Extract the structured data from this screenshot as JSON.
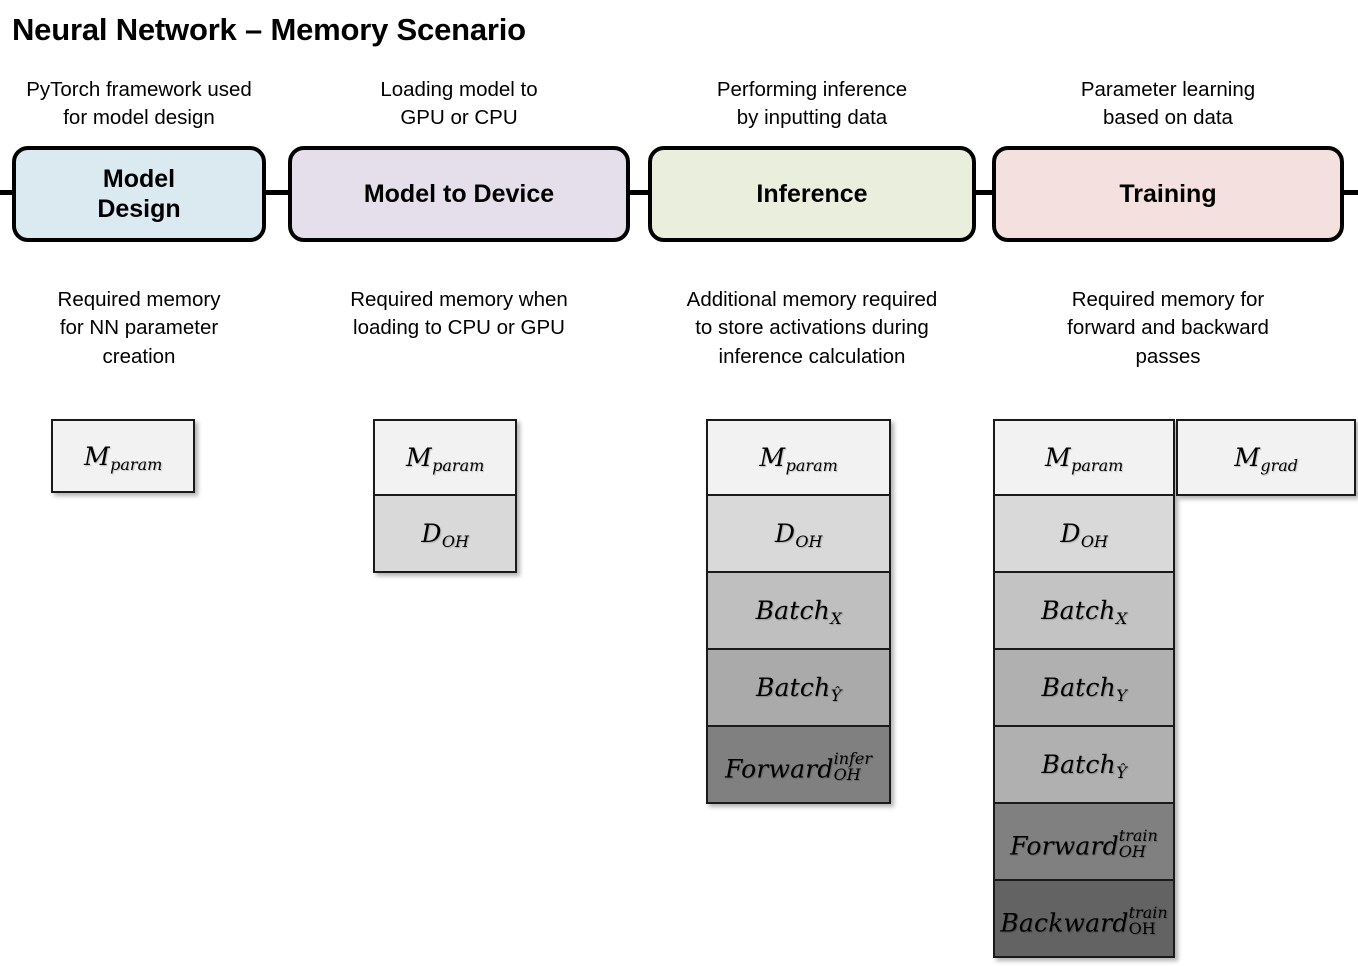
{
  "title": "Neural Network – Memory Scenario",
  "stages": [
    {
      "id": "model-design",
      "caption": "PyTorch framework used\nfor model design",
      "label": "Model\nDesign",
      "fill": "#daeaf0",
      "memory_caption": "Required memory\nfor NN parameter\ncreation"
    },
    {
      "id": "model-to-device",
      "caption": "Loading model to\nGPU or CPU",
      "label": "Model to Device",
      "fill": "#e5dfeb",
      "memory_caption": "Required memory when\nloading to CPU or GPU"
    },
    {
      "id": "inference",
      "caption": "Performing inference\nby inputting data",
      "label": "Inference",
      "fill": "#eaeedd",
      "memory_caption": "Additional memory required\nto store activations during\ninference calculation"
    },
    {
      "id": "training",
      "caption": "Parameter learning\nbased on data",
      "label": "Training",
      "fill": "#f4e0de",
      "memory_caption": "Required memory for\nforward and backward\npasses"
    }
  ],
  "memory_stacks": {
    "model_design": [
      {
        "base": "M",
        "sub": "param",
        "sup": "",
        "fill": "#f2f2f2"
      }
    ],
    "model_to_device": [
      {
        "base": "M",
        "sub": "param",
        "sup": "",
        "fill": "#f2f2f2"
      },
      {
        "base": "D",
        "sub": "OH",
        "sup": "",
        "fill": "#d9d9d9"
      }
    ],
    "inference": [
      {
        "base": "M",
        "sub": "param",
        "sup": "",
        "fill": "#f2f2f2"
      },
      {
        "base": "D",
        "sub": "OH",
        "sup": "",
        "fill": "#d9d9d9"
      },
      {
        "base": "Batch",
        "sub": "X",
        "sup": "",
        "fill": "#bfbfbf"
      },
      {
        "base": "Batch",
        "sub": "Ŷ",
        "sup": "",
        "fill": "#aaaaaa"
      },
      {
        "base": "Forward",
        "sub": "OH",
        "sup": "infer",
        "fill": "#808080"
      }
    ],
    "training": [
      {
        "base": "M",
        "sub": "param",
        "sup": "",
        "fill": "#f2f2f2"
      },
      {
        "base": "D",
        "sub": "OH",
        "sup": "",
        "fill": "#d9d9d9"
      },
      {
        "base": "Batch",
        "sub": "X",
        "sup": "",
        "fill": "#c3c3c3"
      },
      {
        "base": "Batch",
        "sub": "Y",
        "sup": "",
        "fill": "#b0b0b0"
      },
      {
        "base": "Batch",
        "sub": "Ŷ",
        "sup": "",
        "fill": "#b0b0b0"
      },
      {
        "base": "Forward",
        "sub": "OH",
        "sup": "train",
        "fill": "#808080"
      },
      {
        "base": "Backward",
        "sub": "OH",
        "sup": "train",
        "fill": "#636363",
        "sub_upright": true
      }
    ],
    "training_side": [
      {
        "base": "M",
        "sub": "grad",
        "sup": "",
        "fill": "#f2f2f2"
      }
    ]
  }
}
